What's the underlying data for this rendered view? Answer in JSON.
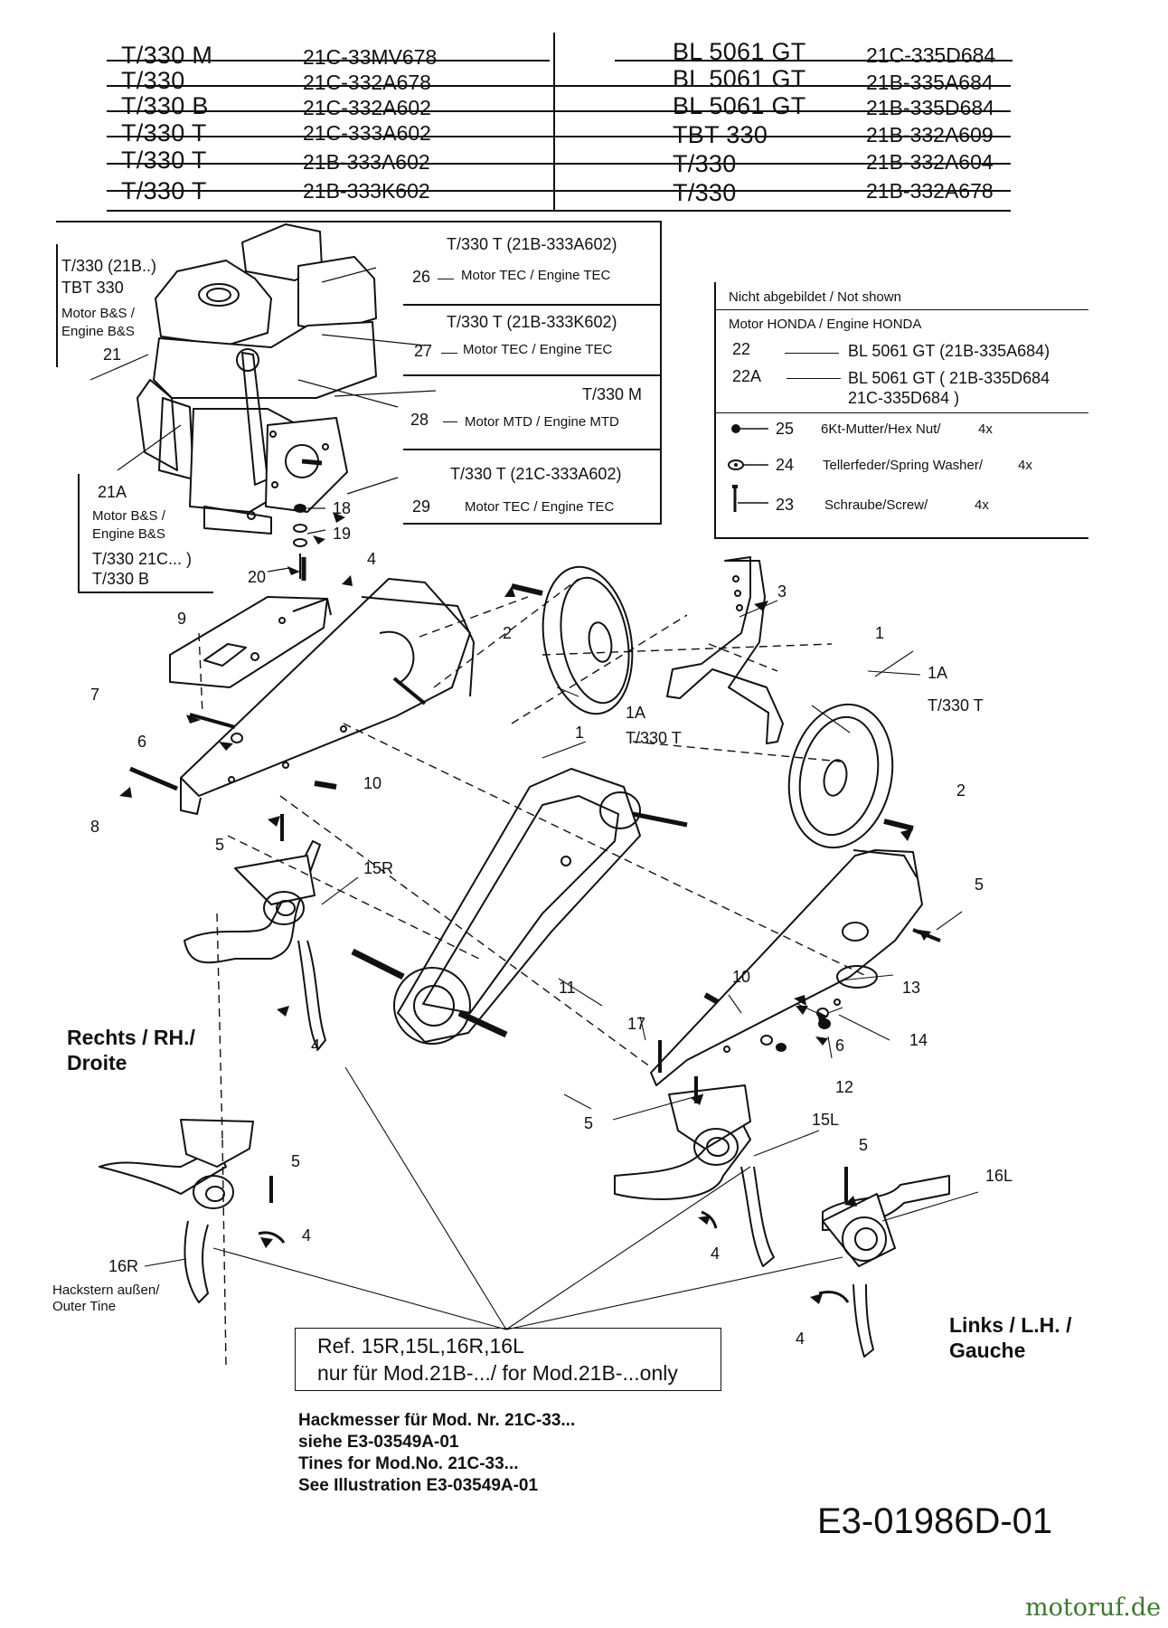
{
  "models_table": {
    "left": [
      {
        "model": "T/330 M",
        "part": "21C-33MV678"
      },
      {
        "model": "T/330",
        "part": "21C-332A678"
      },
      {
        "model": "T/330 B",
        "part": "21C-332A602"
      },
      {
        "model": "T/330 T",
        "part": "21C-333A602"
      },
      {
        "model": "T/330 T",
        "part": "21B-333A602"
      },
      {
        "model": "T/330 T",
        "part": "21B-333K602"
      }
    ],
    "right": [
      {
        "model": "BL 5061 GT",
        "part": "21C-335D684"
      },
      {
        "model": "BL 5061 GT",
        "part": "21B-335A684"
      },
      {
        "model": "BL 5061 GT",
        "part": "21B-335D684"
      },
      {
        "model": "TBT 330",
        "part": "21B-332A609"
      },
      {
        "model": "T/330",
        "part": "21B-332A604"
      },
      {
        "model": "T/330",
        "part": "21B-332A678"
      }
    ]
  },
  "engine_block": {
    "label_21b_line1": "T/330 (21B..)",
    "label_21b_line2": "TBT 330",
    "motor_bs_line1": "Motor B&S /",
    "motor_bs_line2": "Engine B&S",
    "num_21": "21",
    "num_21a": "21A",
    "motor_bs2_line1": "Motor B&S /",
    "motor_bs2_line2": "Engine B&S",
    "label_21c_line1": "T/330 21C... )",
    "label_21c_line2": "T/330 B",
    "variants": [
      {
        "model": "T/330 T  (21B-333A602)",
        "num": "26",
        "desc": "Motor TEC / Engine TEC"
      },
      {
        "model": "T/330 T  (21B-333K602)",
        "num": "27",
        "desc": "Motor TEC / Engine TEC"
      },
      {
        "model": "T/330 M",
        "num": "28",
        "desc": "Motor MTD / Engine MTD"
      },
      {
        "model": "T/330 T  (21C-333A602)",
        "num": "29",
        "desc": "Motor TEC / Engine TEC"
      }
    ]
  },
  "not_shown_box": {
    "title": "Nicht abgebildet / Not shown",
    "honda_title": "Motor HONDA / Engine HONDA",
    "honda_items": [
      {
        "num": "22",
        "desc": "BL 5061 GT (21B-335A684)"
      },
      {
        "num": "22A",
        "desc": "BL 5061 GT ( 21B-335D684",
        "desc2": "21C-335D684 )"
      }
    ],
    "hardware": [
      {
        "num": "25",
        "desc": "6Kt-Mutter/Hex Nut/",
        "qty": "4x",
        "icon": "hex-nut-icon"
      },
      {
        "num": "24",
        "desc": "Tellerfeder/Spring Washer/",
        "qty": "4x",
        "icon": "spring-washer-icon"
      },
      {
        "num": "23",
        "desc": "Schraube/Screw/",
        "qty": "4x",
        "icon": "screw-icon"
      }
    ]
  },
  "callouts": {
    "n1a": "1",
    "n1b": "1",
    "n1A_a": "1A",
    "n1A_b": "1A",
    "t330t_a": "T/330 T",
    "t330t_b": "T/330 T",
    "n2a": "2",
    "n2b": "2",
    "n3": "3",
    "n4a": "4",
    "n4b": "4",
    "n4c": "4",
    "n4d": "4",
    "n4e": "4",
    "n5a": "5",
    "n5b": "5",
    "n5c": "5",
    "n5d": "5",
    "n5e": "5",
    "n6a": "6",
    "n6b": "6",
    "n7": "7",
    "n8": "8",
    "n9": "9",
    "n10a": "10",
    "n10b": "10",
    "n11": "11",
    "n12": "12",
    "n13": "13",
    "n14": "14",
    "n15R": "15R",
    "n15L": "15L",
    "n16R": "16R",
    "n16L": "16L",
    "n17": "17",
    "n18": "18",
    "n19": "19",
    "n20": "20"
  },
  "labels": {
    "rechts_line1": "Rechts / RH./",
    "rechts_line2": "Droite",
    "links_line1": "Links / L.H. /",
    "links_line2": "Gauche",
    "outer_tine_line1": "Hackstern außen/",
    "outer_tine_line2": "Outer Tine"
  },
  "ref_box": {
    "line1": "Ref. 15R,15L,16R,16L",
    "line2": "nur für Mod.21B-.../ for Mod.21B-...only"
  },
  "footnote": {
    "line1": "Hackmesser für Mod. Nr.   21C-33...",
    "line2": "siehe E3-03549A-01",
    "line3": "Tines for Mod.No.  21C-33...",
    "line4": "See  Illustration E3-03549A-01"
  },
  "drawing_number": "E3-01986D-01",
  "watermark": "motoruf.de",
  "colors": {
    "ink": "#111111",
    "watermark_green": "#3a7a2a",
    "watermark_orange": "#e07a1a"
  }
}
